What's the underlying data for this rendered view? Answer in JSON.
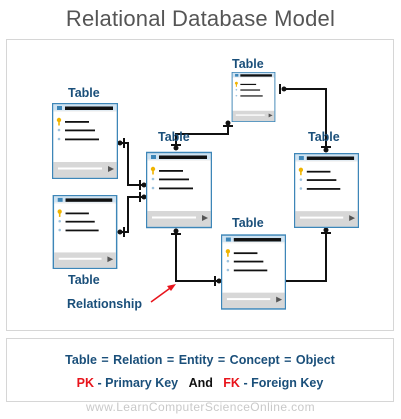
{
  "title": "Relational Database Model",
  "table_label": "Table",
  "relationship_label": "Relationship",
  "legend": {
    "line1": "Table = Relation = Entity = Concept = Object",
    "pk_abbr": "PK",
    "pk_text": "-  Primary Key",
    "and": "And",
    "fk_abbr": "FK",
    "fk_text": "-  Foreign Key"
  },
  "footer": "www.LearnComputerScienceOnline.com",
  "colors": {
    "title": "#555555",
    "blue_text": "#1a4f7a",
    "red_text": "#e8141c",
    "table_border": "#3d86b8",
    "key_icon": "#f0b400"
  },
  "icons": [
    "key-icon",
    "dropdown-arrow-icon"
  ]
}
